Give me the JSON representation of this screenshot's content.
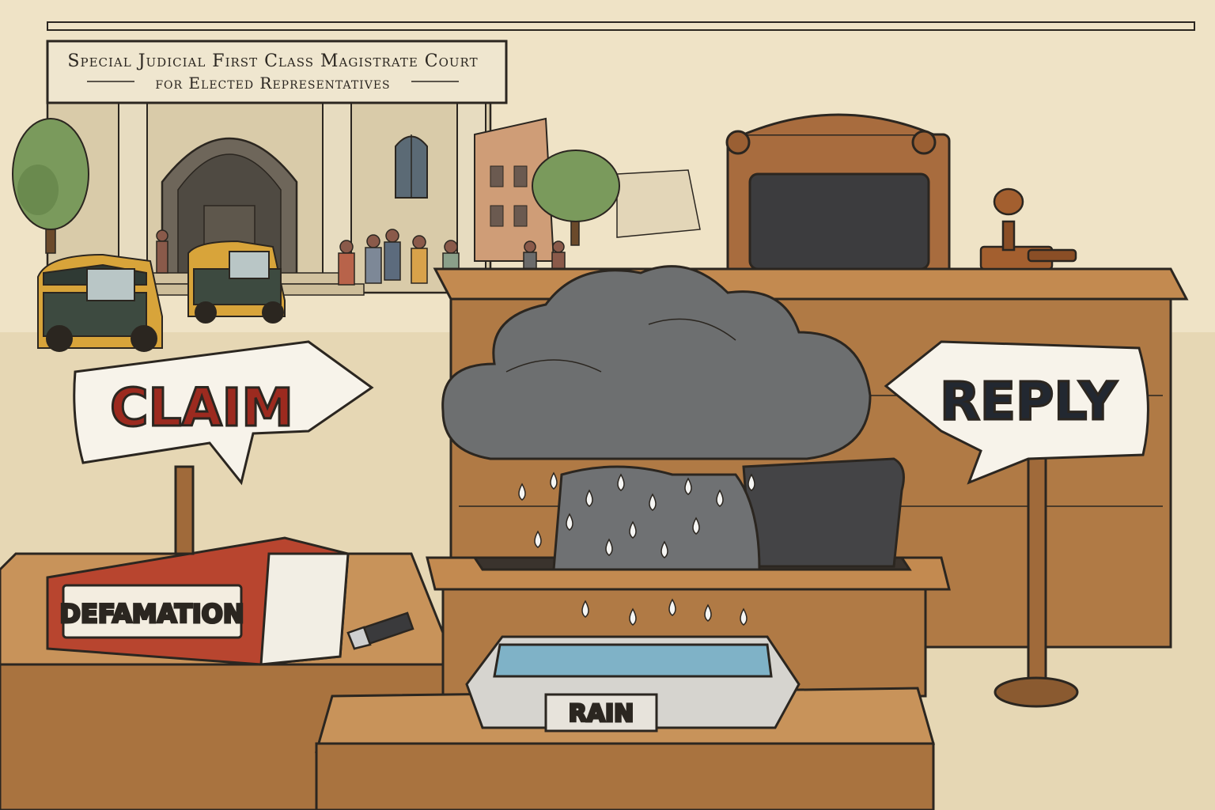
{
  "court_sign": {
    "line1": "Special Judicial First Class Magistrate Court",
    "line2": "for Elected Representatives"
  },
  "claim_sign": {
    "label": "CLAIM"
  },
  "reply_sign": {
    "label": "REPLY"
  },
  "book": {
    "label": "DEFAMATION"
  },
  "tray": {
    "label": "RAIN"
  },
  "colors": {
    "claim": "#9c2a1f",
    "reply": "#222831",
    "paper": "#efe3c6",
    "wood": "#b07a45",
    "cloud": "#6d6f70",
    "water": "#7fb2c7"
  }
}
